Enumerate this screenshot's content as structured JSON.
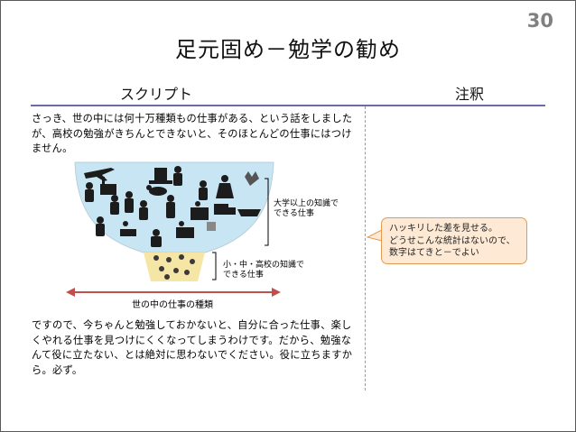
{
  "slide": {
    "page_number": "30",
    "title": "足元固め－勉学の勧め"
  },
  "columns": {
    "script_header": "スクリプト",
    "note_header": "注釈"
  },
  "script": {
    "paragraph1": "さっき、世の中には何十万種類もの仕事がある、という話をしましたが、高校の勉強がきちんとできないと、そのほとんどの仕事にはつけません。",
    "paragraph2": "ですので、今ちゃんと勉強しておかないと、自分に合った仕事、楽しくやれる仕事を見つけにくくなってしまうわけです。だから、勉強なんて役に立たない、とは絶対に思わないでください。役に立ちますから。必ず。"
  },
  "figure": {
    "label_university_line1": "大学以上の知識で",
    "label_university_line2": "できる仕事",
    "label_highschool_line1": "小・中・高校の知識で",
    "label_highschool_line2": "できる仕事",
    "axis_label": "世の中の仕事の種類"
  },
  "note": {
    "line1": "ハッキリした差を見せる。",
    "line2": "どうせこんな統計はないので、",
    "line3": "数字はてきと－でよい"
  },
  "colors": {
    "bowl_fill": "#c7e5f3",
    "cup_fill": "#f6e6a6",
    "arrow_red": "#c0504d",
    "header_rule": "#6b6ba6",
    "note_fill": "#fde9d4",
    "note_border": "#e59a53"
  },
  "icons": [
    "airplane-icon",
    "factory-icon",
    "businessman-icon",
    "chef-icon",
    "doctor-icon",
    "police-icon",
    "worker-icon",
    "truck-icon",
    "ship-icon",
    "pet-icon",
    "office-icon"
  ]
}
